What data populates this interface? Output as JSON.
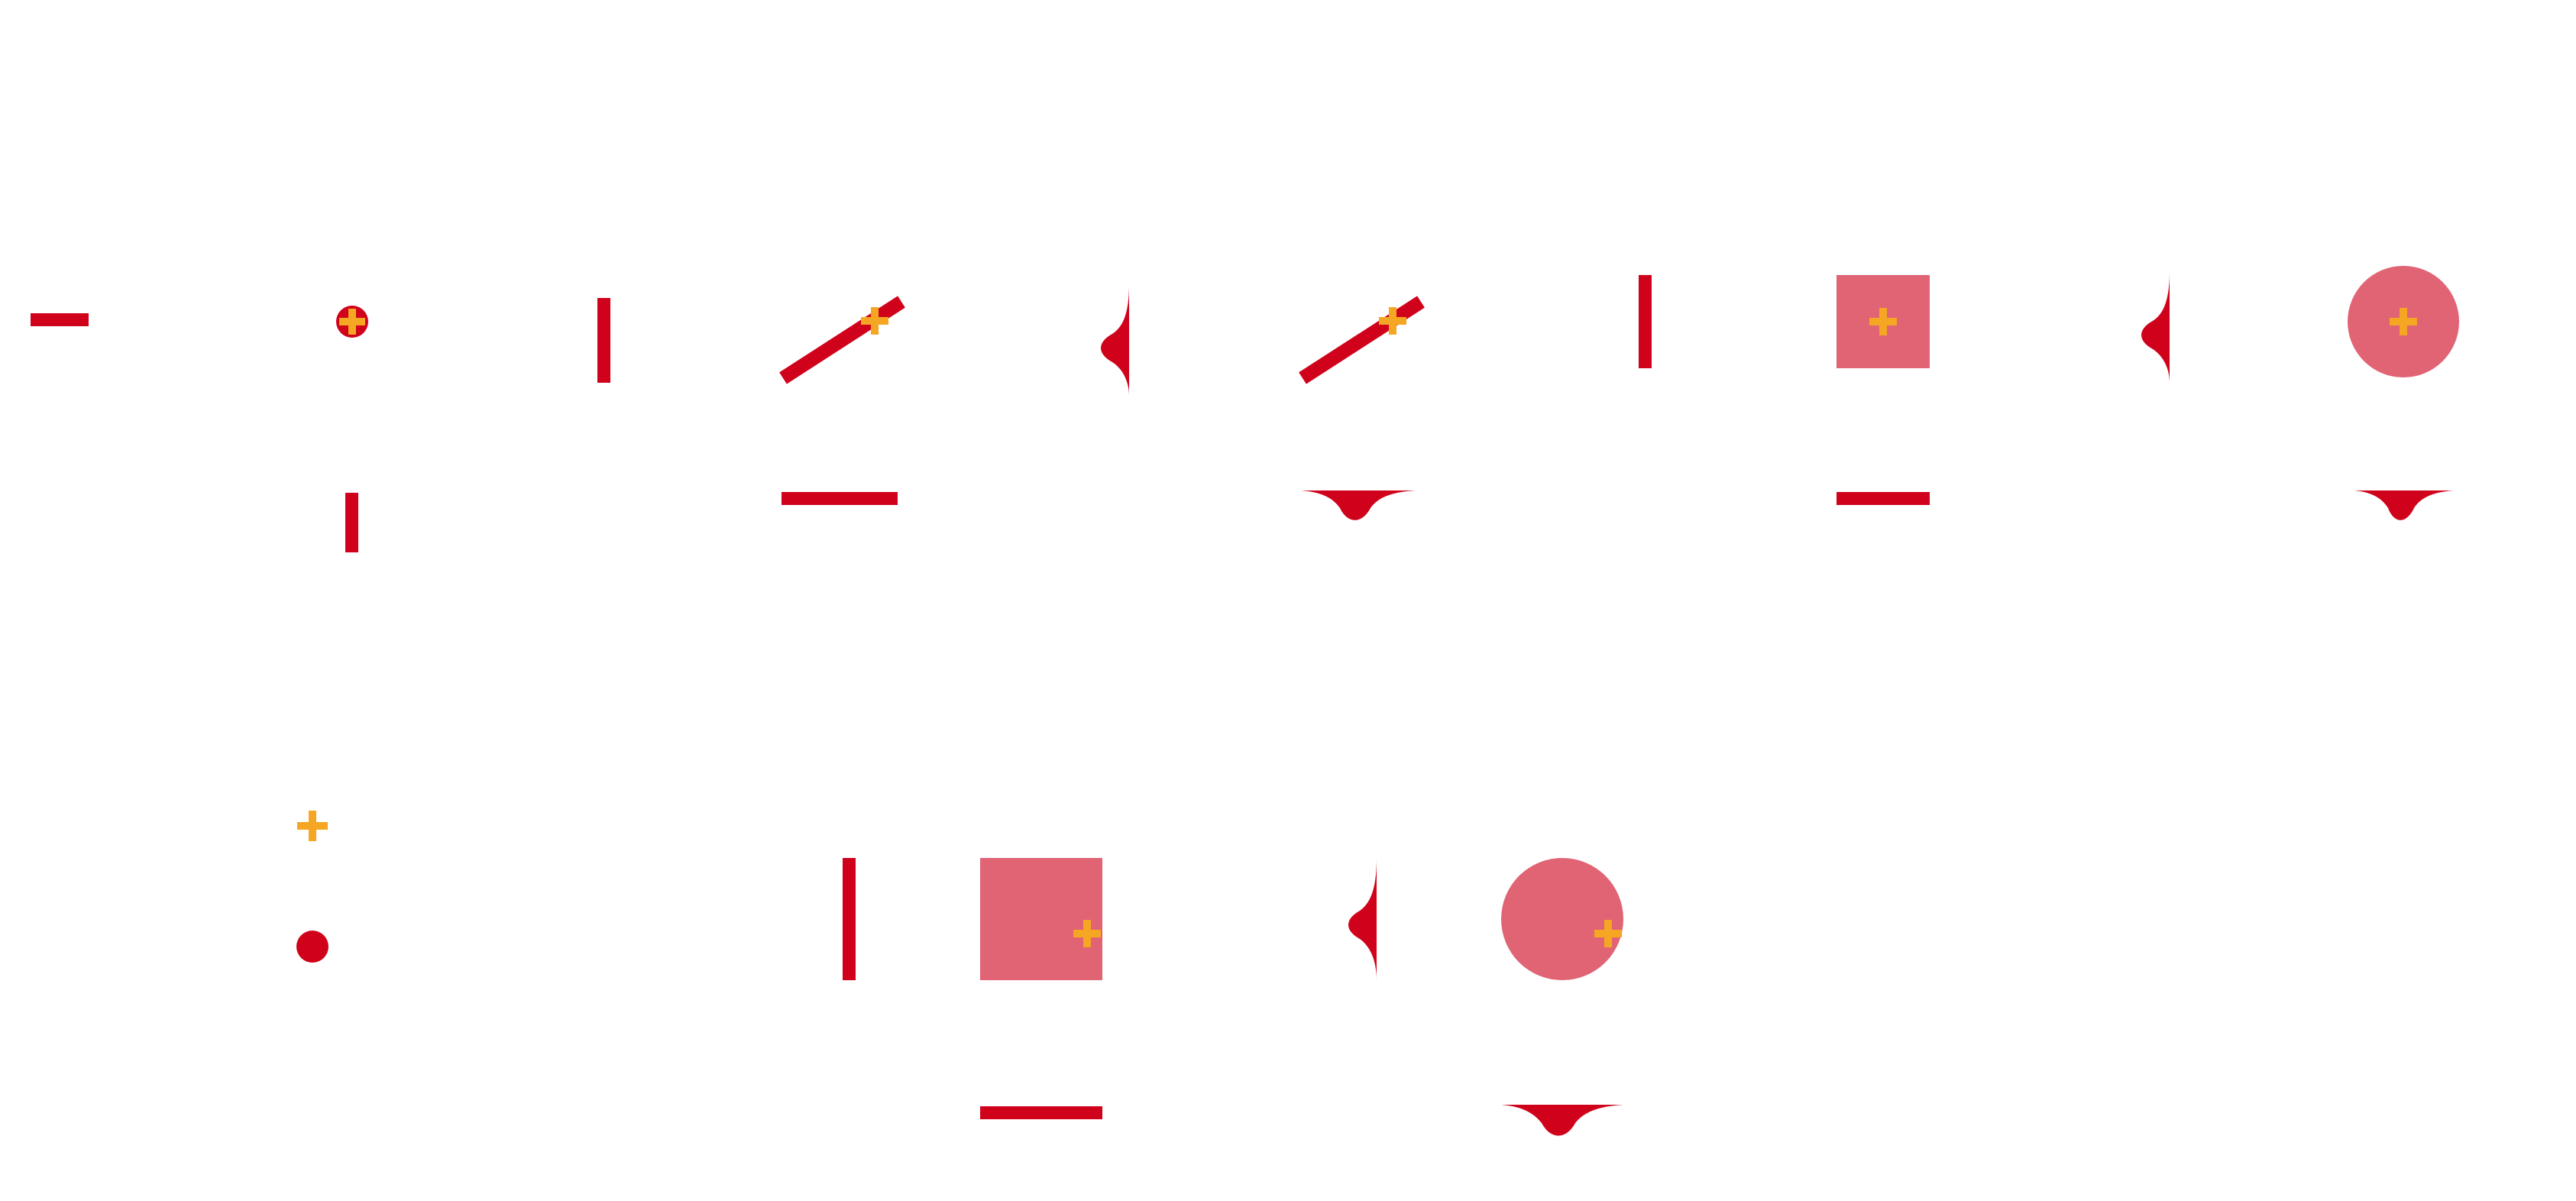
{
  "colors": {
    "background": "#ffffff",
    "accent_red": "#d0021b",
    "fill_translucent_red": "#e06474",
    "marker_orange": "#f5a623"
  },
  "groups": [
    {
      "name": "symbol-row-1",
      "items": [
        {
          "name": "horizontal-bar-icon"
        },
        {
          "name": "dot-with-plus-icon"
        },
        {
          "name": "vertical-bar-icon"
        },
        {
          "name": "diagonal-bar-with-plus-icon"
        },
        {
          "name": "right-half-bell-icon"
        },
        {
          "name": "diagonal-bar-with-plus-icon"
        },
        {
          "name": "vertical-bar-icon"
        },
        {
          "name": "square-with-plus-icon"
        },
        {
          "name": "right-half-bell-icon"
        },
        {
          "name": "circle-with-plus-icon"
        }
      ]
    },
    {
      "name": "symbol-row-2",
      "items": [
        {
          "name": "vertical-bar-icon"
        },
        {
          "name": "horizontal-bar-icon"
        },
        {
          "name": "bottom-bell-icon"
        },
        {
          "name": "horizontal-bar-icon"
        },
        {
          "name": "bottom-bell-icon"
        }
      ]
    },
    {
      "name": "symbol-row-3",
      "items": [
        {
          "name": "plus-icon"
        },
        {
          "name": "dot-icon"
        },
        {
          "name": "vertical-bar-icon"
        },
        {
          "name": "square-with-plus-icon"
        },
        {
          "name": "right-half-bell-icon"
        },
        {
          "name": "circle-with-plus-icon"
        },
        {
          "name": "horizontal-bar-icon"
        },
        {
          "name": "bottom-bell-icon"
        }
      ]
    }
  ]
}
